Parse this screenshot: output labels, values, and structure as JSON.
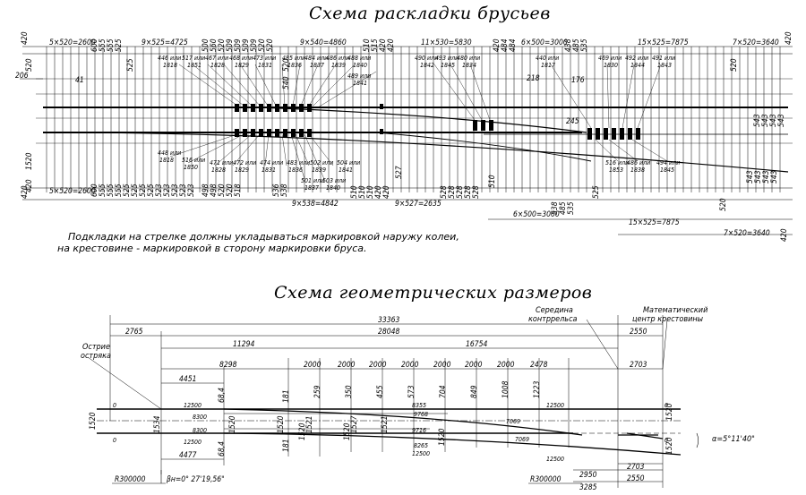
{
  "titles": {
    "layout": "Схема раскладки брусьев",
    "geometry": "Схема геометрических размеров"
  },
  "note": {
    "line1": "Подкладки на стрелке должны укладываться маркировкой наружу колеи,",
    "line2": "на крестовине - маркировкой в сторону маркировки бруса."
  },
  "layout_scheme": {
    "top_dims": {
      "edge_left": "420",
      "group_1": "5×520=2600",
      "group_1_vals": [
        "600",
        "555",
        "555",
        "525"
      ],
      "group_2": "9×525=4725",
      "group_2_vals": [
        "500",
        "560",
        "520",
        "509",
        "509",
        "509",
        "509",
        "520",
        "520"
      ],
      "group_3": "9×540=4860",
      "group_3_vals": [
        "510",
        "515",
        "420",
        "420"
      ],
      "group_4": "11×530=5830",
      "group_4_vals": [
        "420",
        "484",
        "484"
      ],
      "group_5": "6×500=3000",
      "group_5_vals": [
        "438",
        "485",
        "535"
      ],
      "group_6": "15×525=7875",
      "group_7": "7×520=3640",
      "edge_right": "420"
    },
    "side_dims": {
      "left_a": "206",
      "left_b": "41",
      "left_c": "520",
      "left_d": "1520",
      "left_e": "420",
      "mid_a": "525",
      "mid_b": "520",
      "mid_c": "540",
      "mid_d": "527",
      "right_a": "218",
      "right_b": "176",
      "right_c": "245",
      "right_d": "520",
      "right_vert": [
        "543",
        "543",
        "543",
        "543"
      ],
      "right_vert_b": [
        "543",
        "543",
        "543",
        "543"
      ]
    },
    "top_labels": [
      {
        "a": "446 или",
        "b": "1818"
      },
      {
        "a": "517 или",
        "b": "1851"
      },
      {
        "a": "467 или",
        "b": "1828"
      },
      {
        "a": "468 или",
        "b": "1829"
      },
      {
        "a": "473 или",
        "b": "1831"
      },
      {
        "a": "485 или",
        "b": "1836"
      },
      {
        "a": "484 или",
        "b": "1837"
      },
      {
        "a": "486 или",
        "b": "1839"
      },
      {
        "a": "488 или",
        "b": "1840"
      },
      {
        "a": "489 или",
        "b": "1841"
      },
      {
        "a": "490 или",
        "b": "1842"
      },
      {
        "a": "493 или",
        "b": "1845"
      },
      {
        "a": "480 или",
        "b": "1834"
      },
      {
        "a": "440 или",
        "b": "1817"
      },
      {
        "a": "469 или",
        "b": "1830"
      },
      {
        "a": "492 или",
        "b": "1844"
      },
      {
        "a": "491 или",
        "b": "1843"
      }
    ],
    "bottom_labels": [
      {
        "a": "448 или",
        "b": "1818"
      },
      {
        "a": "516 или",
        "b": "1850"
      },
      {
        "a": "471 или",
        "b": "1828"
      },
      {
        "a": "472 или",
        "b": "1829"
      },
      {
        "a": "474 или",
        "b": "1831"
      },
      {
        "a": "483 или",
        "b": "1836"
      },
      {
        "a": "502 или",
        "b": "1839"
      },
      {
        "a": "504 или",
        "b": "1841"
      },
      {
        "a": "501 или",
        "b": "1837"
      },
      {
        "a": "503 или",
        "b": "1840"
      },
      {
        "a": "516 или",
        "b": "1853"
      },
      {
        "a": "486 или",
        "b": "1838"
      },
      {
        "a": "494 или",
        "b": "1845"
      }
    ],
    "bottom_dims": {
      "edge_left": "420",
      "group_1": "5×520=2600",
      "group_1_vals": [
        "600",
        "555",
        "555",
        "555",
        "525",
        "525",
        "525",
        "525",
        "523",
        "523",
        "523",
        "523",
        "523"
      ],
      "group_2_vals": [
        "498",
        "498",
        "520",
        "520",
        "518",
        "536",
        "538"
      ],
      "group_3": "9×538=4842",
      "group_3_vals": [
        "510",
        "510",
        "510",
        "420",
        "420"
      ],
      "group_4": "9×527=2635",
      "group_4_vals": [
        "528",
        "528",
        "528",
        "528",
        "528",
        "510"
      ],
      "group_5": "6×500=3000",
      "group_5_vals": [
        "538",
        "485",
        "535",
        "525"
      ],
      "group_6": "15×525=7875",
      "group_7": "7×520=3640",
      "edge_right": "420",
      "right_520": "520"
    }
  },
  "geometry_scheme": {
    "labels": {
      "point_tip": "Острие",
      "point_tip_2": "остряка",
      "mid_guard": "Середина",
      "mid_guard_2": "контррельса",
      "math_center": "Математический",
      "math_center_2": "центр крестовины"
    },
    "overall": "33363",
    "left_2765": "2765",
    "span_28048": "28048",
    "right_2550": "2550",
    "span_11294": "11294",
    "span_16754": "16754",
    "span_8298": "8298",
    "spans_2000": [
      "2000",
      "2000",
      "2000",
      "2000",
      "2000",
      "2000",
      "2000"
    ],
    "span_2478": "2478",
    "span_2703": "2703",
    "span_4451": "4451",
    "span_4477": "4477",
    "ordinates": [
      "68,4",
      "181",
      "259",
      "350",
      "455",
      "573",
      "704",
      "849",
      "1008",
      "1223"
    ],
    "low_ordinates": [
      "68,4",
      "181"
    ],
    "gauge": "1520",
    "gauges": [
      "1534",
      "1520",
      "1520",
      "1521",
      "1527",
      "1521",
      "1520",
      "1520",
      "1520",
      "1520",
      "1520"
    ],
    "radii": [
      "12500",
      "12500",
      "12500",
      "12500",
      "12500"
    ],
    "lens": [
      "8300",
      "8300",
      "8355",
      "9768",
      "9716",
      "7069",
      "7069",
      "8265"
    ],
    "zero": "0",
    "r_left": "R300000",
    "beta": "βн=0° 27'19,56\"",
    "r_right": "R300000",
    "bottom_2950": "2950",
    "bottom_3285": "3285",
    "bottom_2703": "2703",
    "bottom_2550": "2550",
    "alpha": "α=5°11'40\""
  }
}
